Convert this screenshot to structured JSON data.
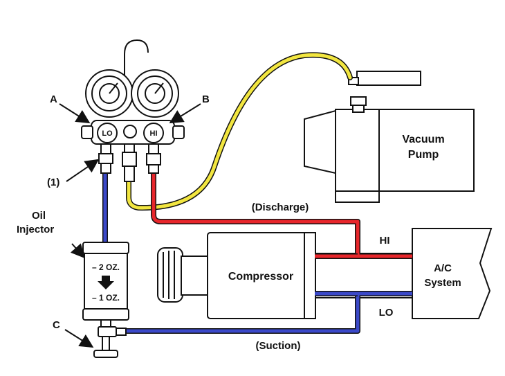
{
  "labels": {
    "a": "A",
    "b": "B",
    "one": "(1)",
    "oil_injector_line1": "Oil",
    "oil_injector_line2": "Injector",
    "c": "C",
    "lo_knob": "LO",
    "hi_knob": "HI",
    "vacuum_pump_line1": "Vacuum",
    "vacuum_pump_line2": "Pump",
    "discharge": "(Discharge)",
    "hi_line": "HI",
    "compressor": "Compressor",
    "ac_line1": "A/C",
    "ac_line2": "System",
    "lo_line": "LO",
    "suction": "(Suction)",
    "injector_top": "– 2 OZ.",
    "injector_bottom": "– 1 OZ."
  },
  "colors": {
    "hose_high": "#e8262b",
    "hose_low": "#3b49c9",
    "hose_vacuum": "#f2e640",
    "outline": "#111111"
  }
}
